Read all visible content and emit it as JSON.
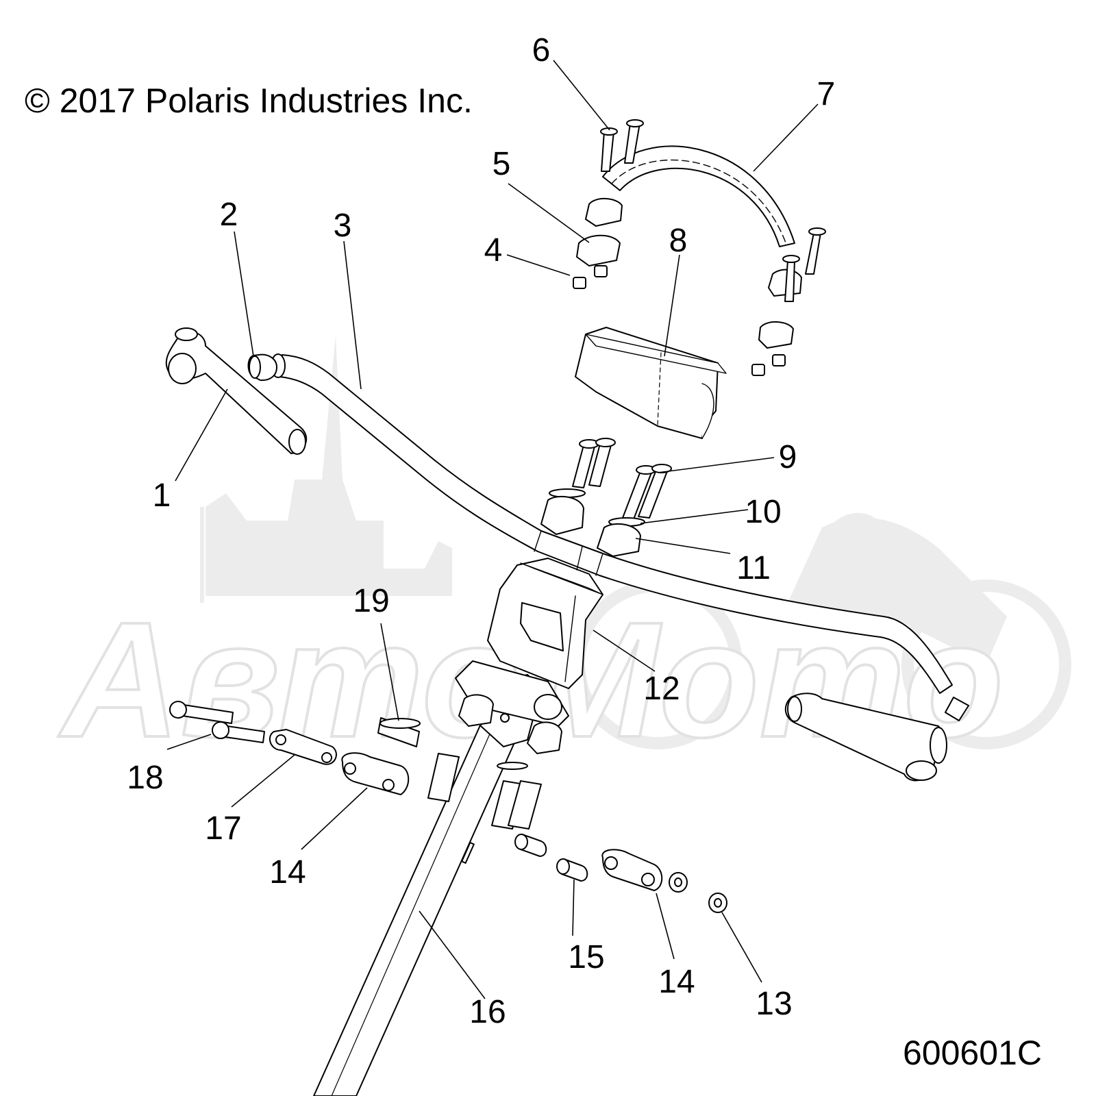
{
  "copyright": "© 2017 Polaris Industries Inc.",
  "figure_code": "600601C",
  "watermark": "АвтоМото",
  "callouts": {
    "c1": "1",
    "c2": "2",
    "c3": "3",
    "c4": "4",
    "c5": "5",
    "c6": "6",
    "c7": "7",
    "c8": "8",
    "c9": "9",
    "c10": "10",
    "c11": "11",
    "c12": "12",
    "c13": "13",
    "c14a": "14",
    "c14b": "14",
    "c15": "15",
    "c16": "16",
    "c17": "17",
    "c18": "18",
    "c19": "19"
  },
  "colors": {
    "line": "#000000",
    "part_fill": "#ffffff",
    "watermark": "#e8e8e8"
  }
}
